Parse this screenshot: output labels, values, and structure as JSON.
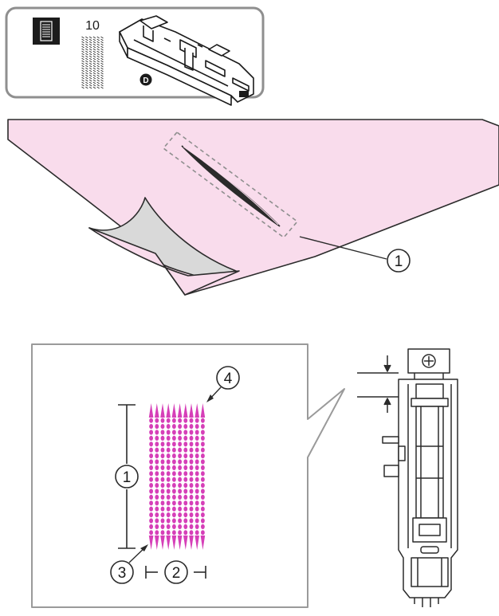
{
  "header_panel": {
    "stitch_number": "10",
    "presser_foot_letter": "D"
  },
  "callouts": {
    "fabric_buttonhole": "1",
    "detail_length": "1",
    "detail_width": "2",
    "detail_start": "3",
    "detail_end": "4"
  },
  "colors": {
    "fabric": "#f9dcec",
    "fabric_back": "#d9d9d9",
    "stitch": "#d63fb8",
    "line": "#2b2b2b",
    "panel_border": "#9a9a9a"
  }
}
